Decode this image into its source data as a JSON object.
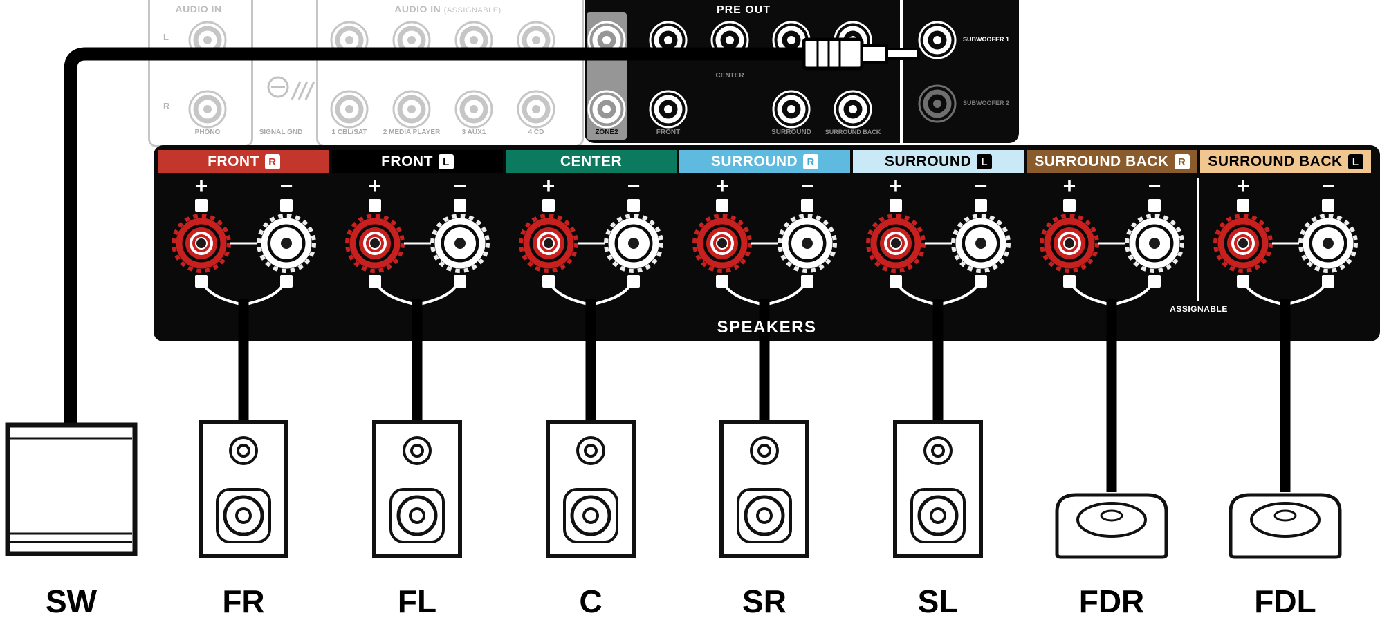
{
  "receiver": {
    "audio_in": {
      "title": "AUDIO IN",
      "channel_l": "L",
      "channel_r": "R",
      "phono_label": "PHONO",
      "signal_gnd_label": "SIGNAL GND"
    },
    "audio_in_assignable": {
      "title": "AUDIO IN",
      "subtitle": "(ASSIGNABLE)",
      "inputs": [
        "1 CBL/SAT",
        "2 MEDIA PLAYER",
        "3 AUX1",
        "4 CD"
      ]
    },
    "pre_out": {
      "title": "PRE OUT",
      "zone2_label": "ZONE2",
      "front_label": "FRONT",
      "center_label": "CENTER",
      "surround_label": "SURROUND",
      "surround_back_label": "SURROUND BACK",
      "subwoofer1_label": "SUBWOOFER 1",
      "subwoofer2_label": "SUBWOOFER 2"
    }
  },
  "speaker_panel": {
    "title": "SPEAKERS",
    "assignable_label": "ASSIGNABLE",
    "plus": "+",
    "minus": "−",
    "channels": [
      {
        "label": "FRONT",
        "letter": "R",
        "bg": "#C2362C",
        "fg": "#FFFFFF",
        "box_bg": "#FFFFFF",
        "box_fg": "#C2362C"
      },
      {
        "label": "FRONT",
        "letter": "L",
        "bg": "#000000",
        "fg": "#FFFFFF",
        "box_bg": "#FFFFFF",
        "box_fg": "#000000"
      },
      {
        "label": "CENTER",
        "letter": "",
        "bg": "#0C7A5F",
        "fg": "#FFFFFF",
        "box_bg": "",
        "box_fg": ""
      },
      {
        "label": "SURROUND",
        "letter": "R",
        "bg": "#5FBADF",
        "fg": "#FFFFFF",
        "box_bg": "#FFFFFF",
        "box_fg": "#3FA8D6"
      },
      {
        "label": "SURROUND",
        "letter": "L",
        "bg": "#C9E9F6",
        "fg": "#000000",
        "box_bg": "#000000",
        "box_fg": "#FFFFFF"
      },
      {
        "label": "SURROUND BACK",
        "letter": "R",
        "bg": "#8A5B2C",
        "fg": "#FFFFFF",
        "box_bg": "#FFFFFF",
        "box_fg": "#8A5B2C"
      },
      {
        "label": "SURROUND BACK",
        "letter": "L",
        "bg": "#F1C78F",
        "fg": "#000000",
        "box_bg": "#000000",
        "box_fg": "#FFFFFF"
      }
    ]
  },
  "speakers": [
    {
      "id": "SW"
    },
    {
      "id": "FR"
    },
    {
      "id": "FL"
    },
    {
      "id": "C"
    },
    {
      "id": "SR"
    },
    {
      "id": "SL"
    },
    {
      "id": "FDR"
    },
    {
      "id": "FDL"
    }
  ]
}
